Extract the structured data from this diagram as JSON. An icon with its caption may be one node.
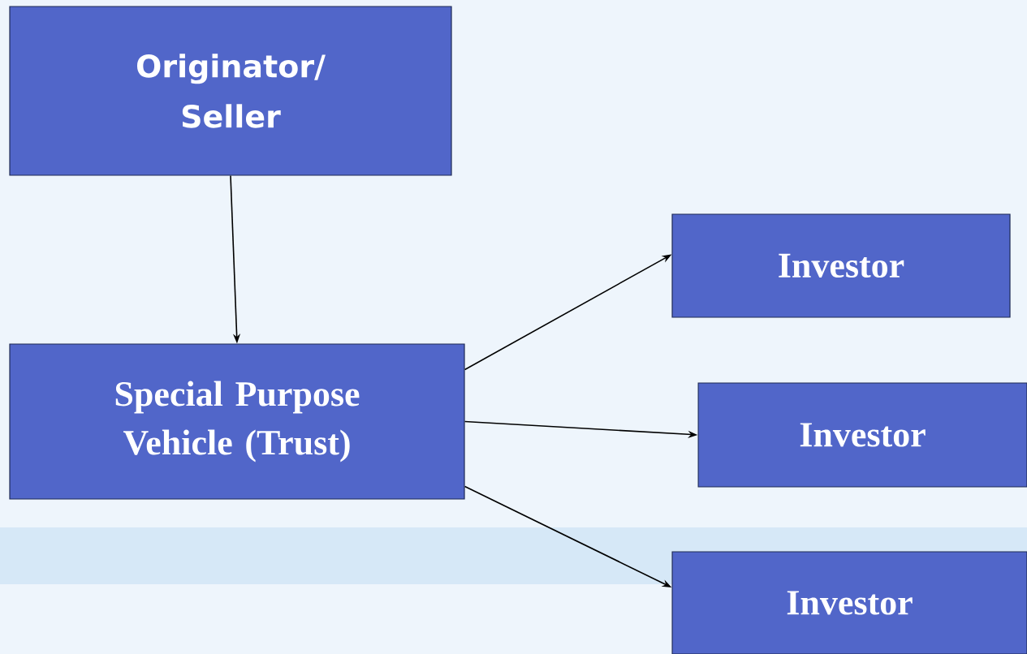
{
  "diagram": {
    "nodes": [
      {
        "text": [
          "Originator/ Seller"
        ]
      },
      {
        "text": [
          "Special Purpose Vehicle (Trust)"
        ]
      },
      {
        "text": [
          "Investor"
        ]
      },
      {
        "text": [
          "Investor"
        ]
      },
      {
        "text": [
          "Investor"
        ]
      }
    ],
    "edges": [
      {
        "from": 0,
        "to": 1,
        "arrow": "to"
      },
      {
        "from": 1,
        "to": 2,
        "arrow": "to"
      },
      {
        "from": 1,
        "to": 3,
        "arrow": "to"
      },
      {
        "from": 1,
        "to": 4,
        "arrow": "to"
      }
    ]
  }
}
